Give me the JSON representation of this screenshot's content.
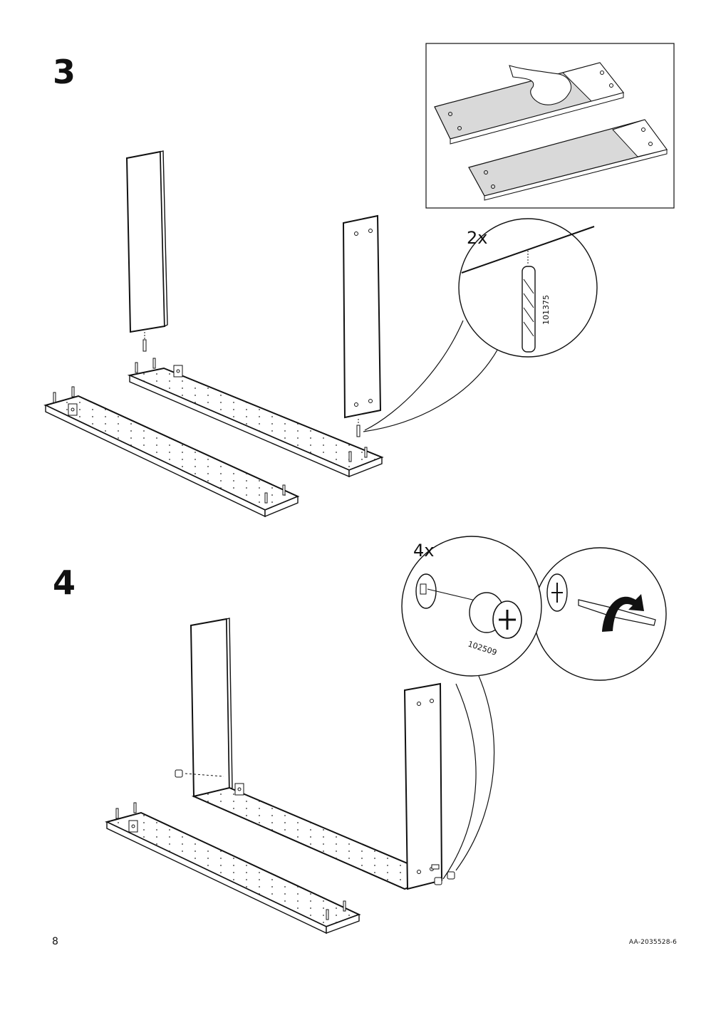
{
  "steps": [
    {
      "number": "3",
      "parts": [
        {
          "quantity": "2x",
          "part_number": "101375"
        }
      ]
    },
    {
      "number": "4",
      "parts": [
        {
          "quantity": "4x",
          "part_number": "102509"
        }
      ]
    }
  ],
  "footer": {
    "page_number": "8",
    "doc_code": "AA-2035528-6"
  }
}
